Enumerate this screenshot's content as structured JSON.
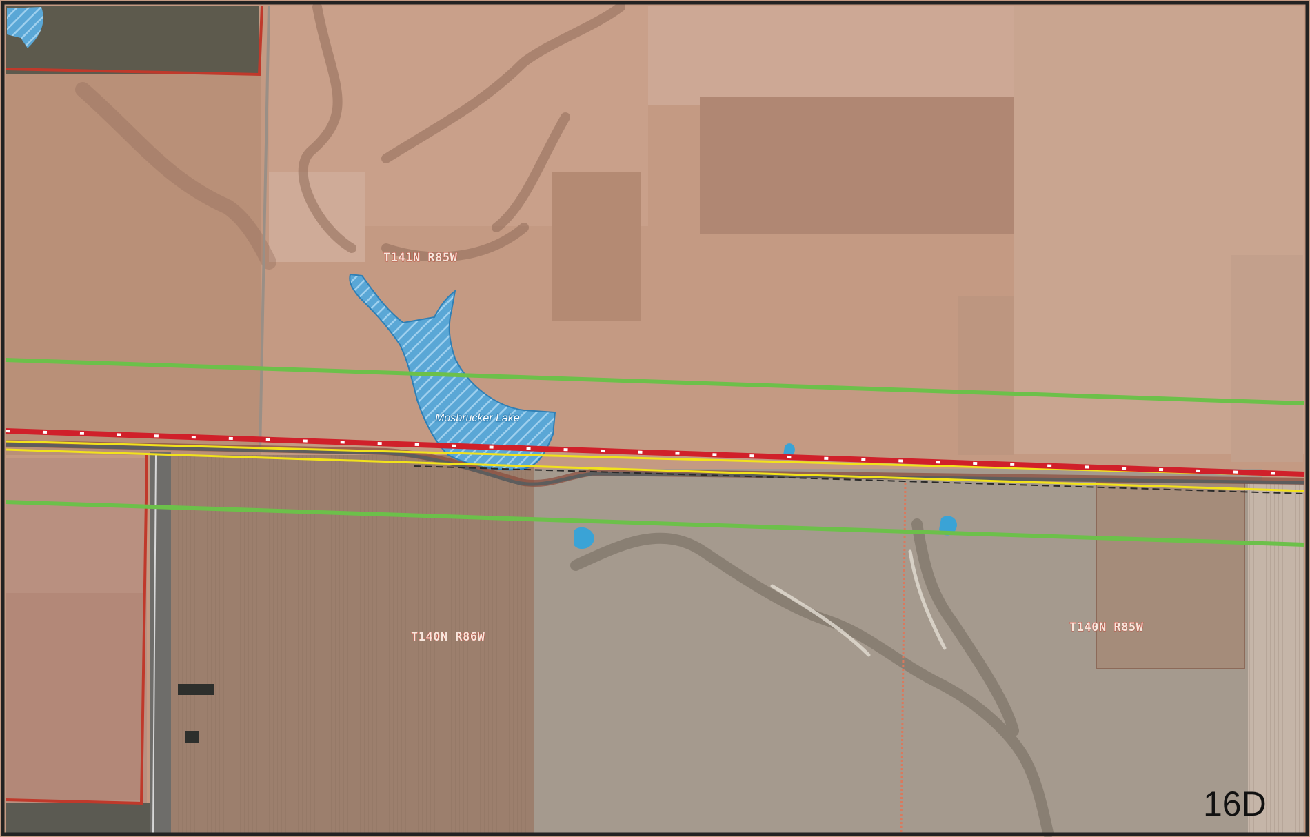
{
  "map": {
    "labels": {
      "township_north": "T141N R85W",
      "township_sw": "T140N R86W",
      "township_se": "T140N R85W",
      "lake": "Mosbrucker Lake",
      "sheet": "16D"
    },
    "colors": {
      "corridor_line": "#6cc04a",
      "centerline": "#d0202a",
      "road_highlight": "#f2e21c",
      "water_fill": "#5aa7d6",
      "water_hatch": "#8fc7e8",
      "parcel_boundary": "#c0392b",
      "frame": "#222222"
    }
  }
}
